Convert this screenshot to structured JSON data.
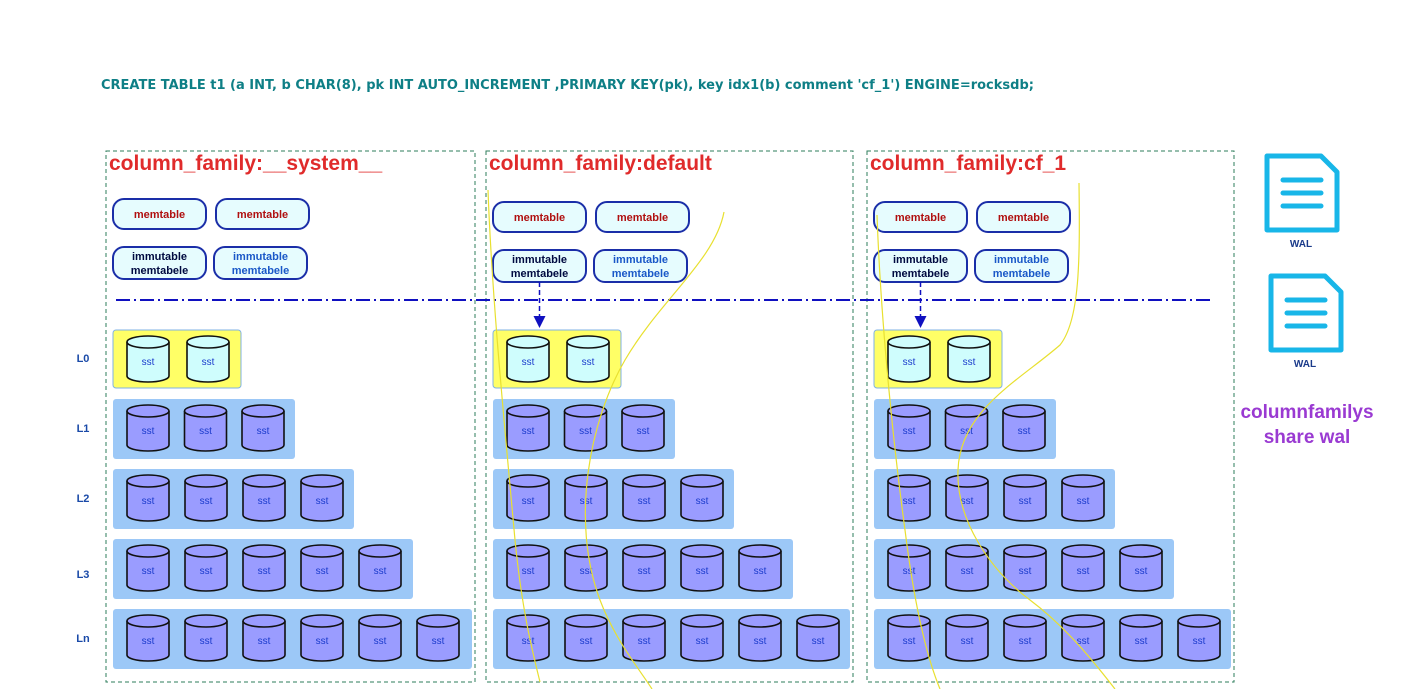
{
  "sql": "CREATE TABLE t1 (a INT, b CHAR(8), pk INT AUTO_INCREMENT ,PRIMARY KEY(pk), key idx1(b) comment 'cf_1') ENGINE=rocksdb;",
  "level_labels": [
    "L0",
    "L1",
    "L2",
    "L3",
    "Ln"
  ],
  "column_families": [
    {
      "title": "column_family:__system__",
      "memtables": [
        "memtable",
        "memtable"
      ],
      "immutables": [
        [
          "immutable",
          "memtabele"
        ],
        [
          "immutable",
          "memtabele"
        ]
      ],
      "flush_arrow": false,
      "sst_counts": [
        2,
        3,
        4,
        5,
        6
      ]
    },
    {
      "title": "column_family:default",
      "memtables": [
        "memtable",
        "memtable"
      ],
      "immutables": [
        [
          "immutable",
          "memtabele"
        ],
        [
          "immutable",
          "memtabele"
        ]
      ],
      "flush_arrow": true,
      "sst_counts": [
        2,
        3,
        4,
        5,
        6
      ]
    },
    {
      "title": "column_family:cf_1",
      "memtables": [
        "memtable",
        "memtable"
      ],
      "immutables": [
        [
          "immutable",
          "memtabele"
        ],
        [
          "immutable",
          "memtabele"
        ]
      ],
      "flush_arrow": true,
      "sst_counts": [
        2,
        3,
        4,
        5,
        6
      ]
    }
  ],
  "sst_label": "sst",
  "wal_labels": [
    "WAL",
    "WAL"
  ],
  "note_lines": [
    "columnfamilys",
    "share wal"
  ],
  "colors": {
    "sql": "#0e7f86",
    "cf_title": "#e02b2b",
    "frame": "#2e7d5b",
    "memtable_fill": "#e6fcfe",
    "memtable_border": "#1a2ea8",
    "divider": "#1010c0",
    "l0_fill": "#ffff66",
    "level_fill": "#9cc8f7",
    "sst_l0_fill": "#cffdfd",
    "sst_fill": "#9a9cff",
    "wal": "#18b6e8",
    "note": "#9a3ad2",
    "curve": "#e8e030"
  }
}
